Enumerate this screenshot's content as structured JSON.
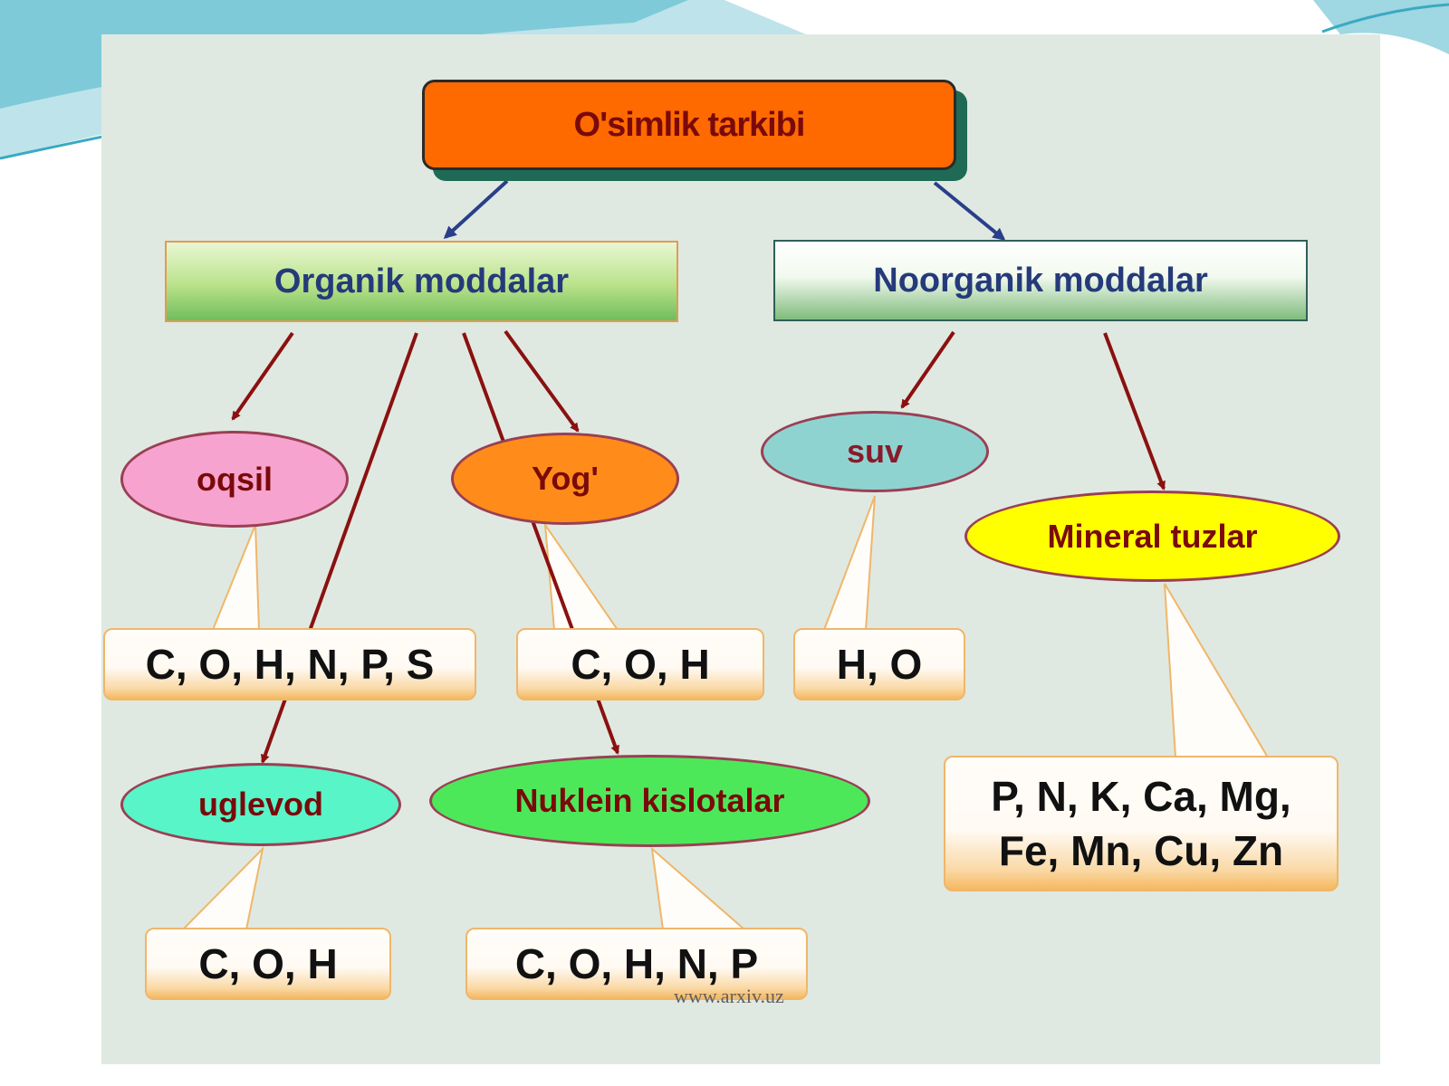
{
  "diagram": {
    "root": "O'simlik tarkibi",
    "categories": {
      "organic": "Organik moddalar",
      "inorganic": "Noorganik moddalar"
    },
    "substances": {
      "oqsil": "oqsil",
      "yog": "Yog'",
      "suv": "suv",
      "mineral": "Mineral tuzlar",
      "uglevod": "uglevod",
      "nuklein": "Nuklein kislotalar"
    },
    "elements": {
      "oqsil": "C, O, H, N, P, S",
      "yog": "C, O, H",
      "suv": "H, O",
      "mineral_line1": "P, N, K, Ca, Mg,",
      "mineral_line2": "Fe, Mn, Cu, Zn",
      "uglevod": "C, O, H",
      "nuklein": "C, O, H, N, P"
    },
    "watermark": "www.arxiv.uz"
  },
  "colors": {
    "root_fill": "#ff6a00",
    "organic_arrow": "#8b1010",
    "inorganic_arrow": "#2a3f8a",
    "oqsil_fill": "#f7a3cf",
    "yog_fill": "#ff8c1a",
    "suv_fill": "#8fd3d1",
    "mineral_fill": "#ffff00",
    "uglevod_fill": "#57f5c8",
    "nuklein_fill": "#4de85a"
  }
}
